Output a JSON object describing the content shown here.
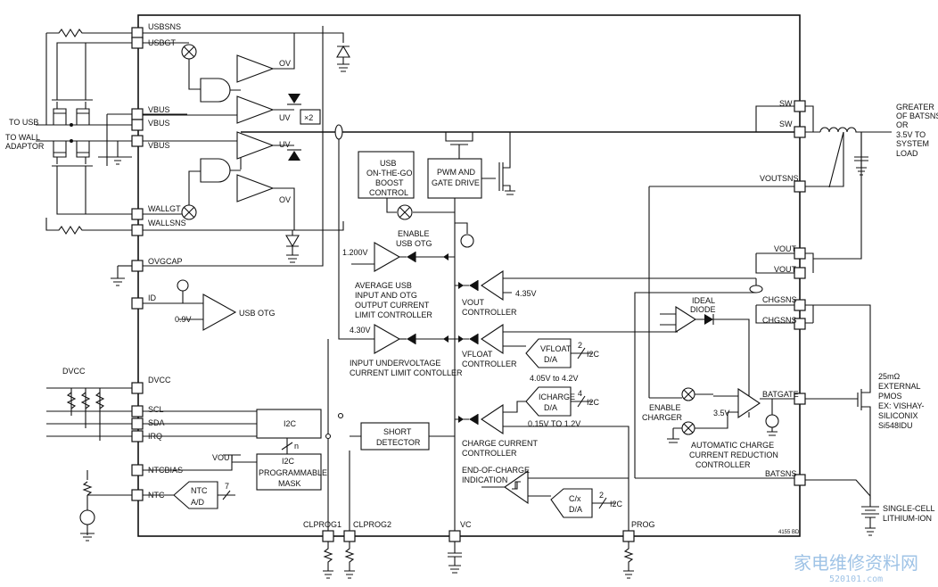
{
  "pins": {
    "usbsns": "USBSNS",
    "usbgt": "USBGT",
    "vbus1": "VBUS",
    "vbus2": "VBUS",
    "vbus3": "VBUS",
    "wallgt": "WALLGT",
    "wallsns": "WALLSNS",
    "ovgcap": "OVGCAP",
    "id": "ID",
    "dvcc": "DVCC",
    "scl": "SCL",
    "sda": "SDA",
    "irq": "IRQ",
    "ntcbias": "NTCBIAS",
    "ntc": "NTC",
    "clprog1": "CLPROG1",
    "clprog2": "CLPROG2",
    "vc": "VC",
    "prog": "PROG",
    "sw1": "SW",
    "sw2": "SW",
    "voutsns": "VOUTSNS",
    "vout1": "VOUT",
    "vout2": "VOUT",
    "chgsns1": "CHGSNS",
    "chgsns2": "CHGSNS",
    "batgate": "BATGATE",
    "batsns": "BATSNS"
  },
  "external": {
    "to_usb": "TO USB",
    "to_wall_1": "TO WALL",
    "to_wall_2": "ADAPTOR",
    "dvcc_label": "DVCC",
    "vout_label": "VOUT",
    "load_1": "GREATER",
    "load_2": "OF BATSNS",
    "load_3": "OR",
    "load_4": "3.5V TO",
    "load_5": "SYSTEM",
    "load_6": "LOAD",
    "pmos_1": "25mΩ",
    "pmos_2": "EXTERNAL",
    "pmos_3": "PMOS",
    "pmos_4": "EX: VISHAY-",
    "pmos_5": "SILICONIX",
    "pmos_6": "Si548IDU",
    "batt_1": "SINGLE-CELL",
    "batt_2": "LITHIUM-ION",
    "code": "4155 BD"
  },
  "blocks": {
    "otg_1": "USB",
    "otg_2": "ON-THE-GO",
    "otg_3": "BOOST",
    "otg_4": "CONTROL",
    "pwm_1": "PWM AND",
    "pwm_2": "GATE DRIVE",
    "x2": "×2",
    "i2c": "I2C",
    "i2c_mask_1": "I2C",
    "i2c_mask_2": "PROGRAMMABLE",
    "i2c_mask_3": "MASK",
    "mask_bits": "n",
    "short_1": "SHORT",
    "short_2": "DETECTOR",
    "ntc_ad_1": "NTC",
    "ntc_ad_2": "A/D",
    "ntc_bits": "7",
    "vfloat_da_1": "VFLOAT",
    "vfloat_da_2": "D/A",
    "vfloat_bits": "2",
    "vfloat_i2c": "I2C",
    "icharge_da_1": "ICHARGE",
    "icharge_da_2": "D/A",
    "icharge_bits": "4",
    "icharge_i2c": "I2C",
    "cx_da_1": "C/x",
    "cx_da_2": "D/A",
    "cx_bits": "2",
    "cx_i2c": "I2C"
  },
  "labels": {
    "ov_top": "OV",
    "uv_top": "UV",
    "uv_bot": "UV",
    "ov_bot": "OV",
    "enable_otg_1": "ENABLE",
    "enable_otg_2": "USB OTG",
    "v1200": "1.200V",
    "v430": "4.30V",
    "v09": "0.9V",
    "usb_otg": "USB OTG",
    "avg_usb_1": "AVERAGE USB",
    "avg_usb_2": "INPUT AND OTG",
    "avg_usb_3": "OUTPUT CURRENT",
    "avg_usb_4": "LIMIT CONTROLLER",
    "uvcl_1": "INPUT UNDERVOLTAGE",
    "uvcl_2": "CURRENT LIMIT CONTOLLER",
    "v435": "4.35V",
    "vout_ctrl_1": "VOUT",
    "vout_ctrl_2": "CONTROLLER",
    "vfloat_ctrl_1": "VFLOAT",
    "vfloat_ctrl_2": "CONTROLLER",
    "vfloat_range": "4.05V to 4.2V",
    "icharge_range": "0.15V TO 1.2V",
    "charge_ctrl_1": "CHARGE CURRENT",
    "charge_ctrl_2": "CONTROLLER",
    "eoc_1": "END-OF-CHARGE",
    "eoc_2": "INDICATION",
    "ideal_1": "IDEAL",
    "ideal_2": "DIODE",
    "enable_chg_1": "ENABLE",
    "enable_chg_2": "CHARGER",
    "v35": "3.5V",
    "auto_1": "AUTOMATIC CHARGE",
    "auto_2": "CURRENT REDUCTION",
    "auto_3": "CONTROLLER"
  },
  "watermark": {
    "main": "家电维修资料网",
    "url": "520101.com"
  }
}
